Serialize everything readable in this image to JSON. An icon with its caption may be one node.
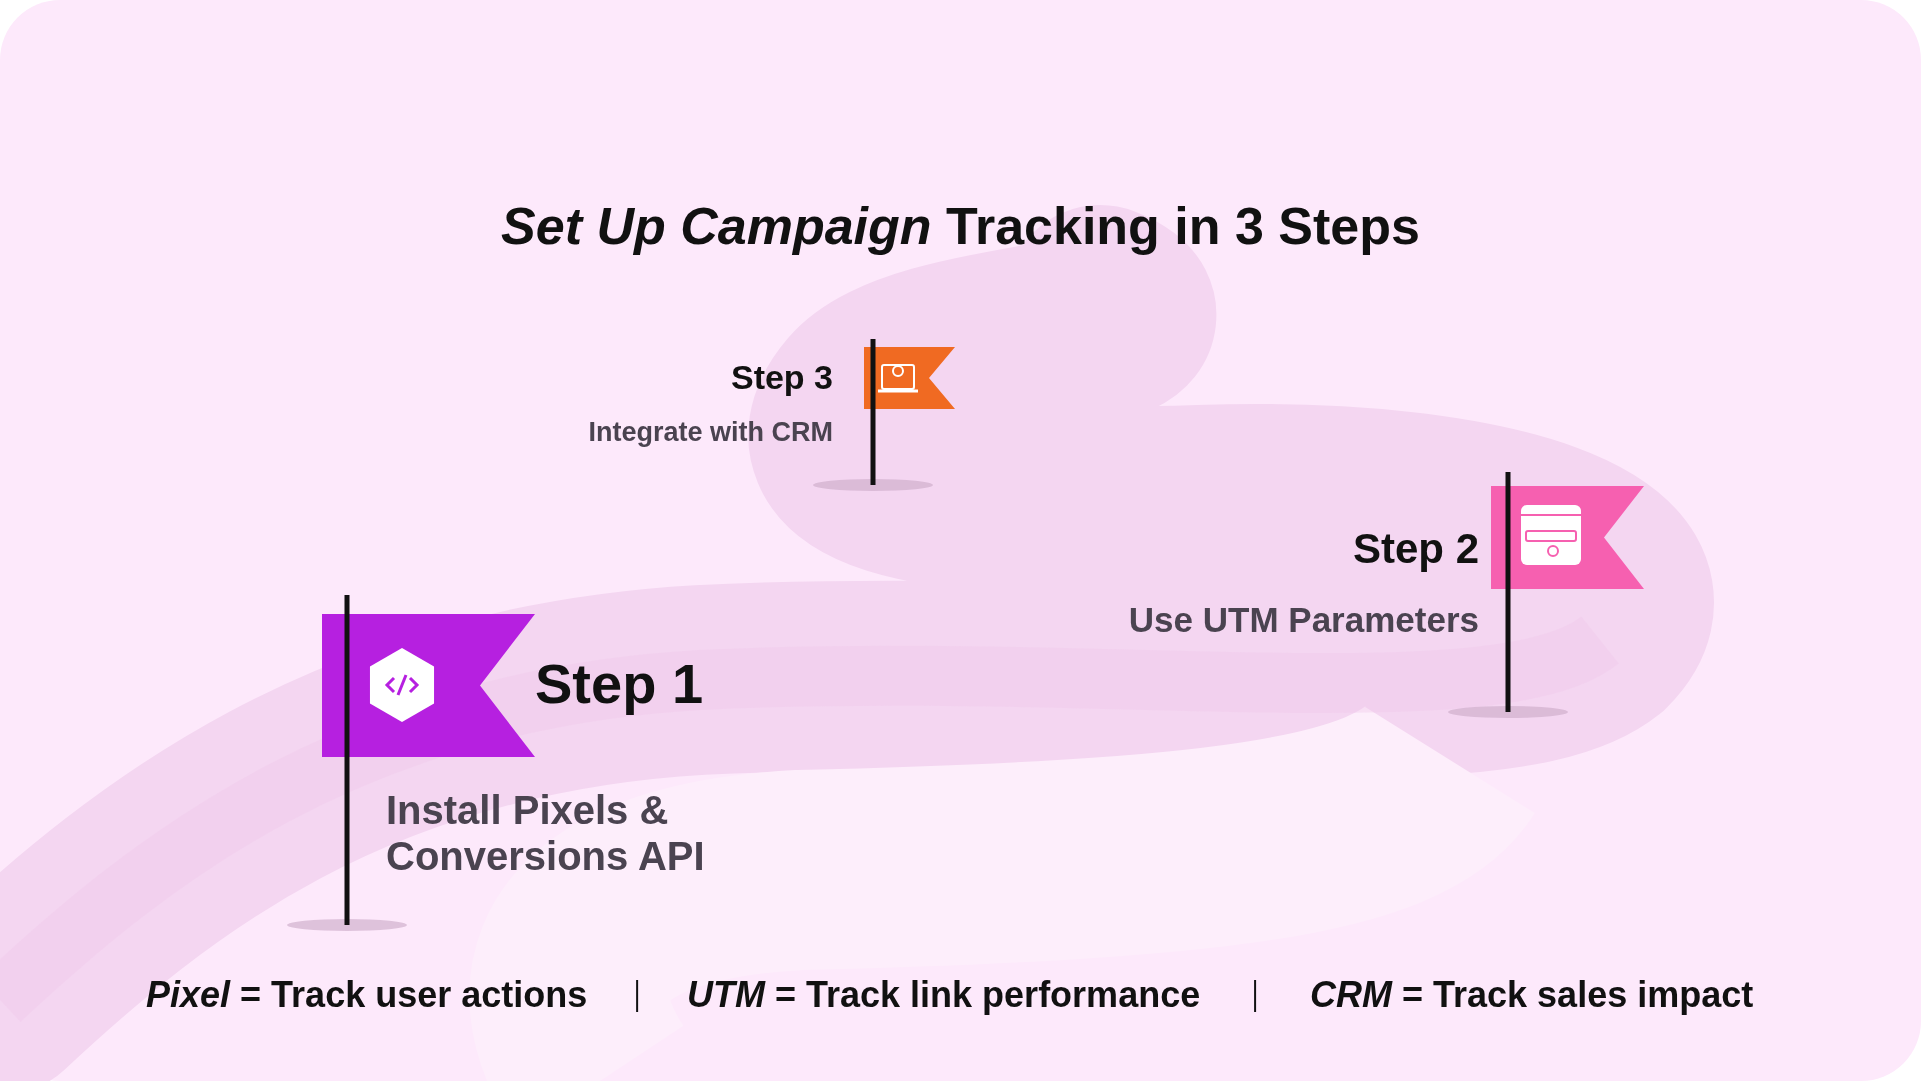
{
  "diagram": {
    "title": "*Set Up Campaign* Tracking in 3 Steps",
    "nodes": [
      {
        "text": [
          "Step 1",
          "Install Pixels & Conversions API"
        ]
      },
      {
        "text": [
          "Step 2",
          "Use UTM Parameters"
        ]
      },
      {
        "text": [
          "Step 3",
          "Integrate with CRM"
        ]
      }
    ],
    "labels": [
      "*Pixel* = Track user actions",
      "*UTM* = Track link performance",
      "*CRM* = Track sales impact"
    ]
  }
}
